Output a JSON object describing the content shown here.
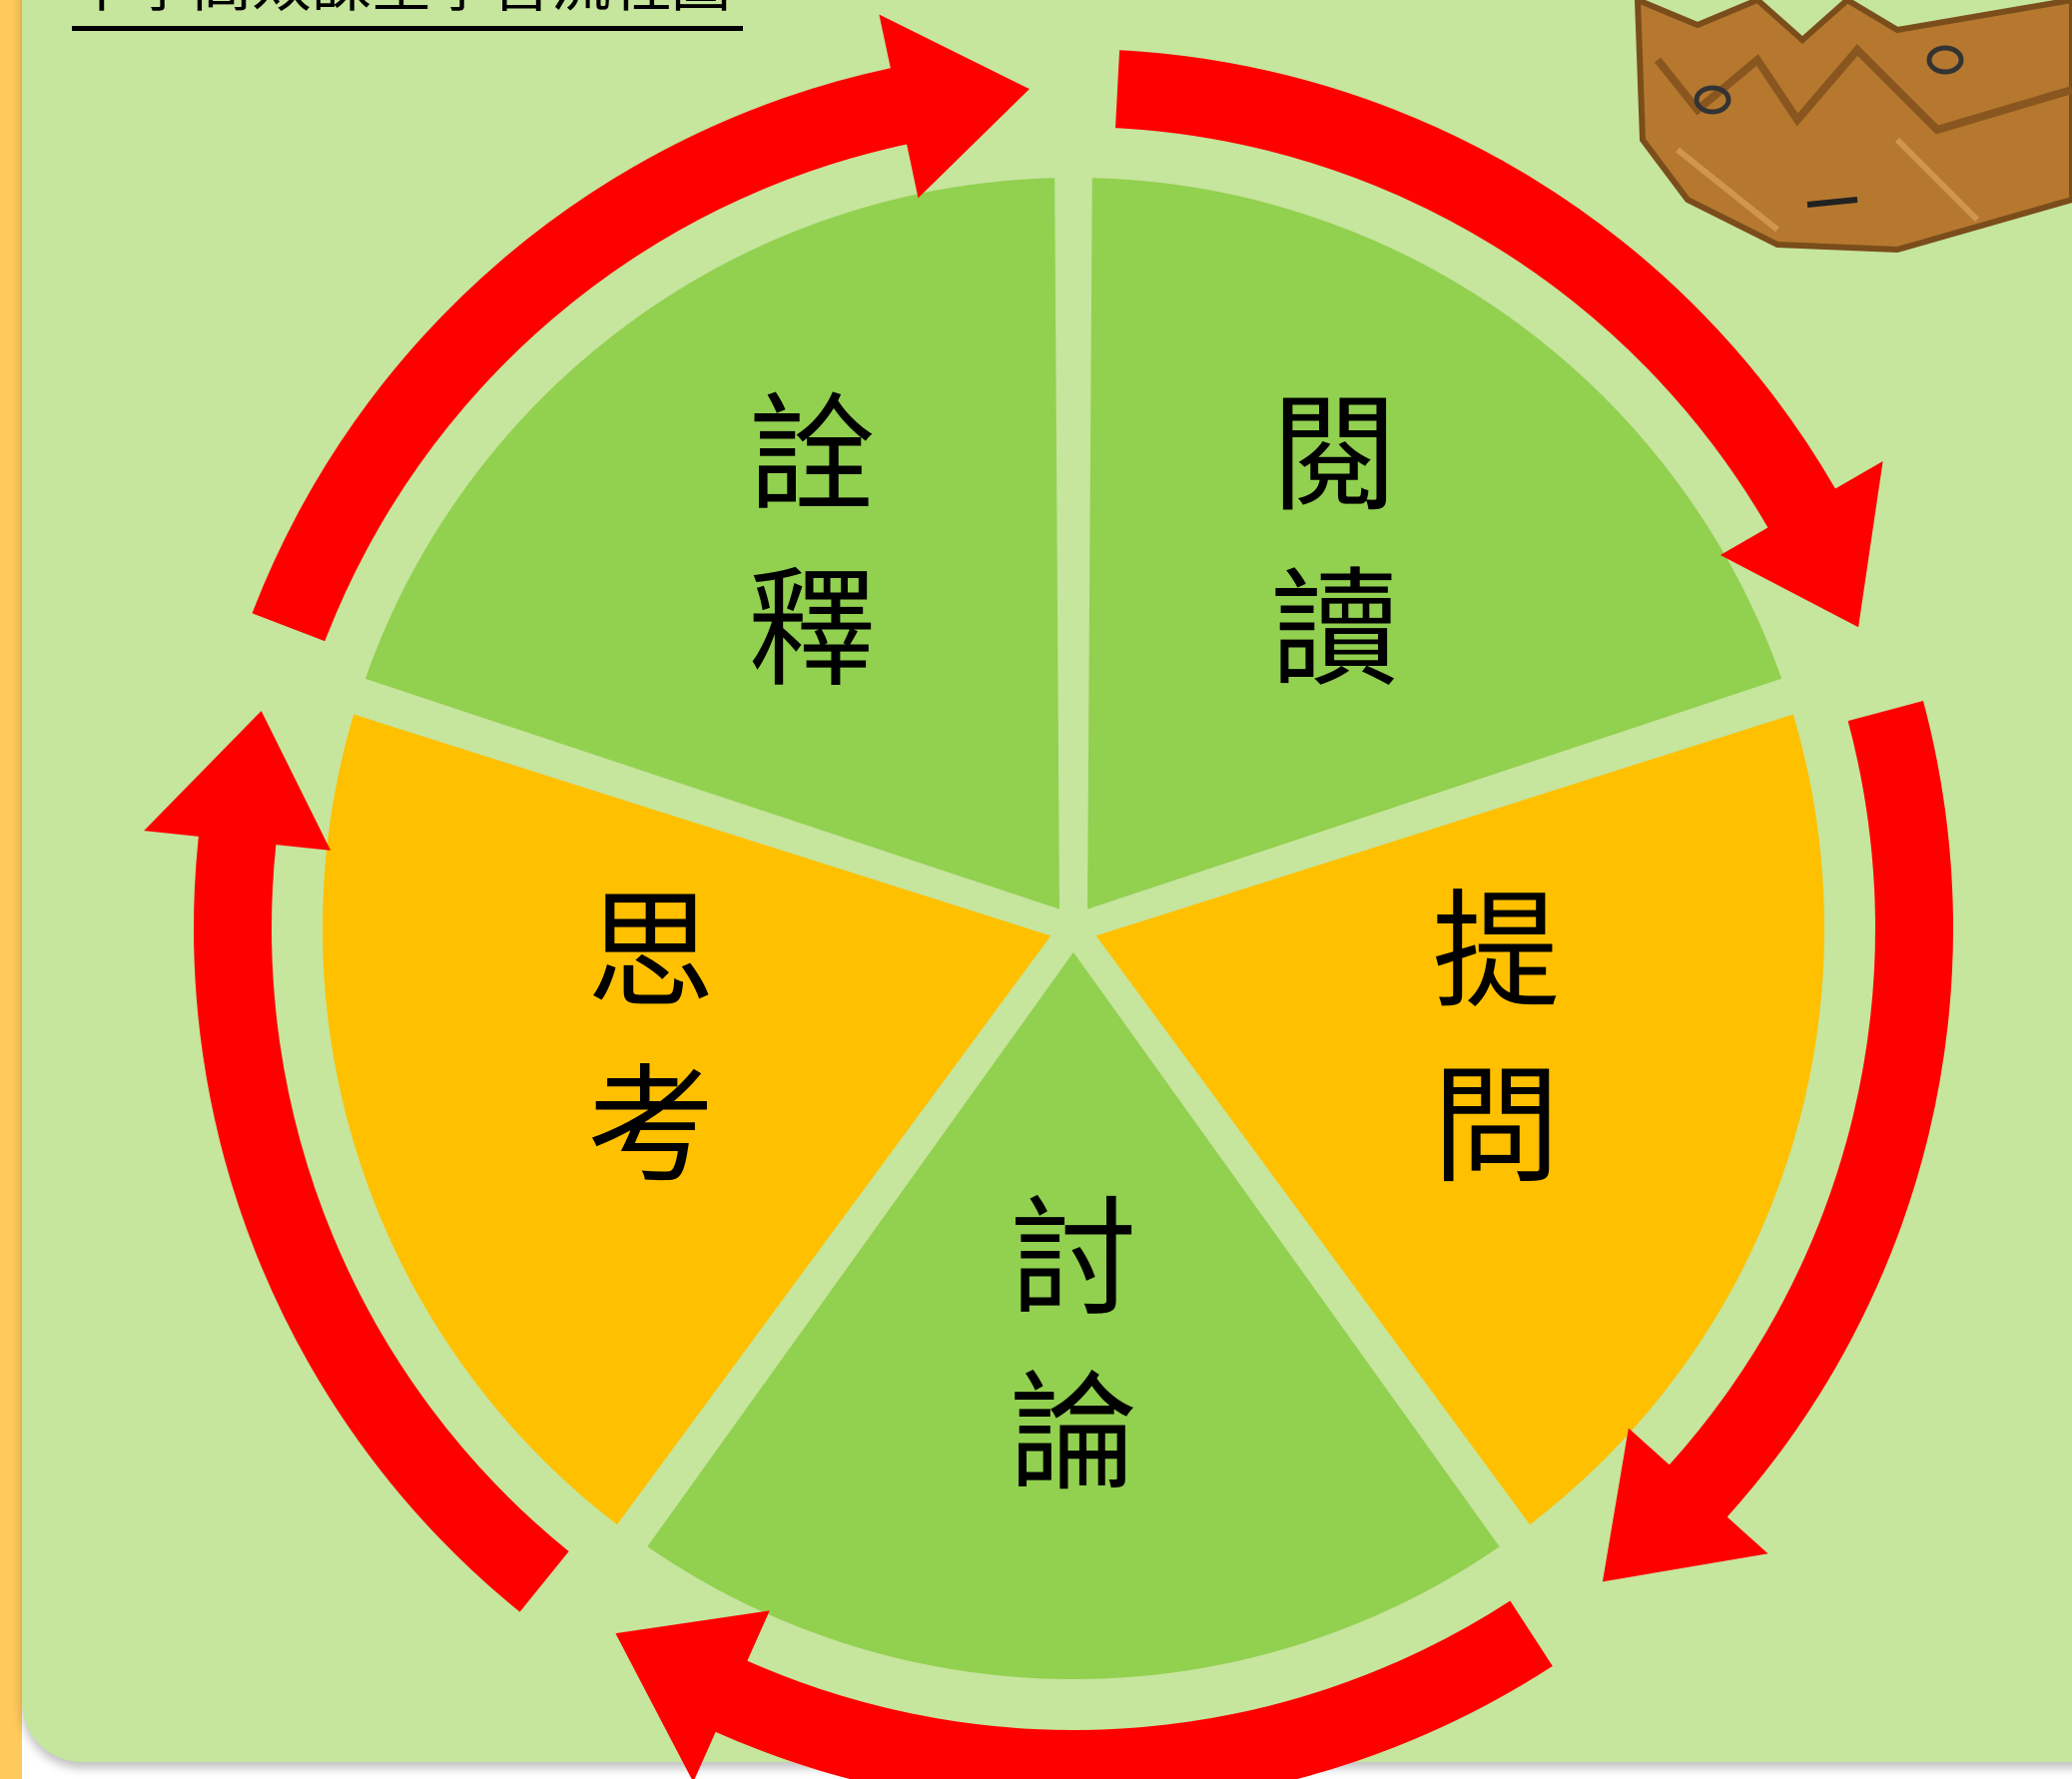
{
  "title": "中學高效課堂學習流程圖",
  "cycle": {
    "segments": [
      {
        "label": "閱讀",
        "color": "#92d050"
      },
      {
        "label": "提問",
        "color": "#ffc000"
      },
      {
        "label": "討論",
        "color": "#92d050"
      },
      {
        "label": "思考",
        "color": "#ffc000"
      },
      {
        "label": "詮釋",
        "color": "#92d050"
      }
    ],
    "arrow_color": "#ff0000",
    "separator_color": "#c6e59d"
  },
  "colors": {
    "background": "#c6e59d",
    "left_strip": "#ffc95c"
  },
  "decoration": "crown-picture"
}
